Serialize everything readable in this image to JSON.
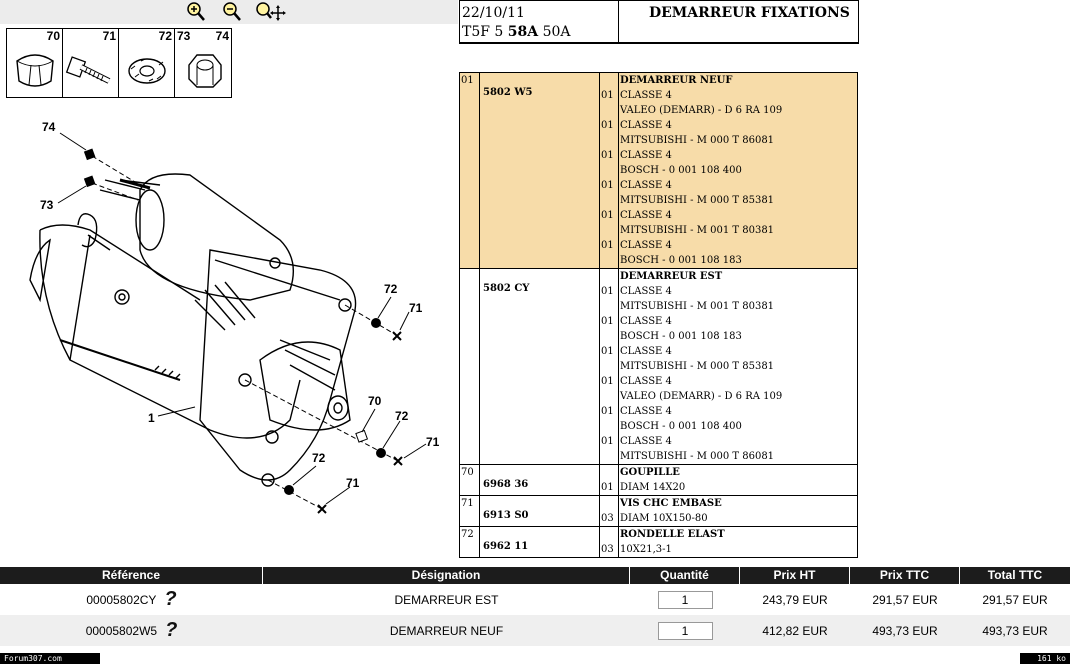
{
  "toolbar": {
    "zoom_in_icon": "zoom-in-icon",
    "zoom_out_icon": "zoom-out-icon",
    "zoom_pan_icon": "zoom-pan-icon"
  },
  "parts_strip": [
    "70",
    "71",
    "72",
    "73",
    "74"
  ],
  "diagram": {
    "callouts": [
      "74",
      "73",
      "72",
      "71",
      "70",
      "72",
      "71",
      "72",
      "71",
      "1"
    ]
  },
  "header": {
    "date": "22/10/11",
    "code_prefix": "T5F 5 ",
    "code_bold": "58A",
    "code_suffix": " 50A",
    "title": "DEMARREUR FIXATIONS"
  },
  "parts_table": [
    {
      "item": "01",
      "ref": "5802 W5",
      "title": "DEMARREUR NEUF",
      "highlight": true,
      "lines": [
        {
          "qty": "01",
          "l1": "CLASSE 4",
          "l2": "VALEO (DEMARR) - D 6 RA 109"
        },
        {
          "qty": "01",
          "l1": "CLASSE 4",
          "l2": "MITSUBISHI - M 000 T 86081"
        },
        {
          "qty": "01",
          "l1": "CLASSE 4",
          "l2": "BOSCH - 0 001 108 400"
        },
        {
          "qty": "01",
          "l1": "CLASSE 4",
          "l2": "MITSUBISHI - M 000 T 85381"
        },
        {
          "qty": "01",
          "l1": "CLASSE 4",
          "l2": "MITSUBISHI - M 001 T 80381"
        },
        {
          "qty": "01",
          "l1": "CLASSE 4",
          "l2": "BOSCH - 0 001 108 183"
        }
      ]
    },
    {
      "item": "",
      "ref": "5802 CY",
      "title": "DEMARREUR EST",
      "highlight": false,
      "lines": [
        {
          "qty": "01",
          "l1": "CLASSE 4",
          "l2": "MITSUBISHI - M 001 T 80381"
        },
        {
          "qty": "01",
          "l1": "CLASSE 4",
          "l2": "BOSCH - 0 001 108 183"
        },
        {
          "qty": "01",
          "l1": "CLASSE 4",
          "l2": "MITSUBISHI - M 000 T 85381"
        },
        {
          "qty": "01",
          "l1": "CLASSE 4",
          "l2": "VALEO (DEMARR) - D 6 RA 109"
        },
        {
          "qty": "01",
          "l1": "CLASSE 4",
          "l2": "BOSCH - 0 001 108 400"
        },
        {
          "qty": "01",
          "l1": "CLASSE 4",
          "l2": "MITSUBISHI - M 000 T 86081"
        }
      ]
    },
    {
      "item": "70",
      "ref": "6968 36",
      "title": "GOUPILLE",
      "highlight": false,
      "lines": [
        {
          "qty": "01",
          "l1": "",
          "l2": "DIAM 14X20"
        }
      ]
    },
    {
      "item": "71",
      "ref": "6913 S0",
      "title": "VIS CHC EMBASE",
      "highlight": false,
      "lines": [
        {
          "qty": "03",
          "l1": "",
          "l2": "DIAM 10X150-80"
        }
      ]
    },
    {
      "item": "72",
      "ref": "6962 11",
      "title": "RONDELLE ELAST",
      "highlight": false,
      "lines": [
        {
          "qty": "03",
          "l1": "",
          "l2": "10X21,3-1"
        }
      ]
    }
  ],
  "basket": {
    "headers": [
      "Référence",
      "Désignation",
      "Quantité",
      "Prix HT",
      "Prix TTC",
      "Total TTC"
    ],
    "rows": [
      {
        "ref": "00005802CY",
        "designation": "DEMARREUR EST",
        "qty": "1",
        "prix_ht": "243,79 EUR",
        "prix_ttc": "291,57 EUR",
        "total_ttc": "291,57 EUR"
      },
      {
        "ref": "00005802W5",
        "designation": "DEMARREUR NEUF",
        "qty": "1",
        "prix_ht": "412,82 EUR",
        "prix_ttc": "493,73 EUR",
        "total_ttc": "493,73 EUR"
      }
    ],
    "help_symbol": "?"
  },
  "footer": {
    "left": "Forum307.com",
    "right": "161 ko"
  },
  "colors": {
    "highlight": "#f7dca9",
    "header_bar": "#1c1c1c",
    "zoom_bar": "#ececec"
  }
}
